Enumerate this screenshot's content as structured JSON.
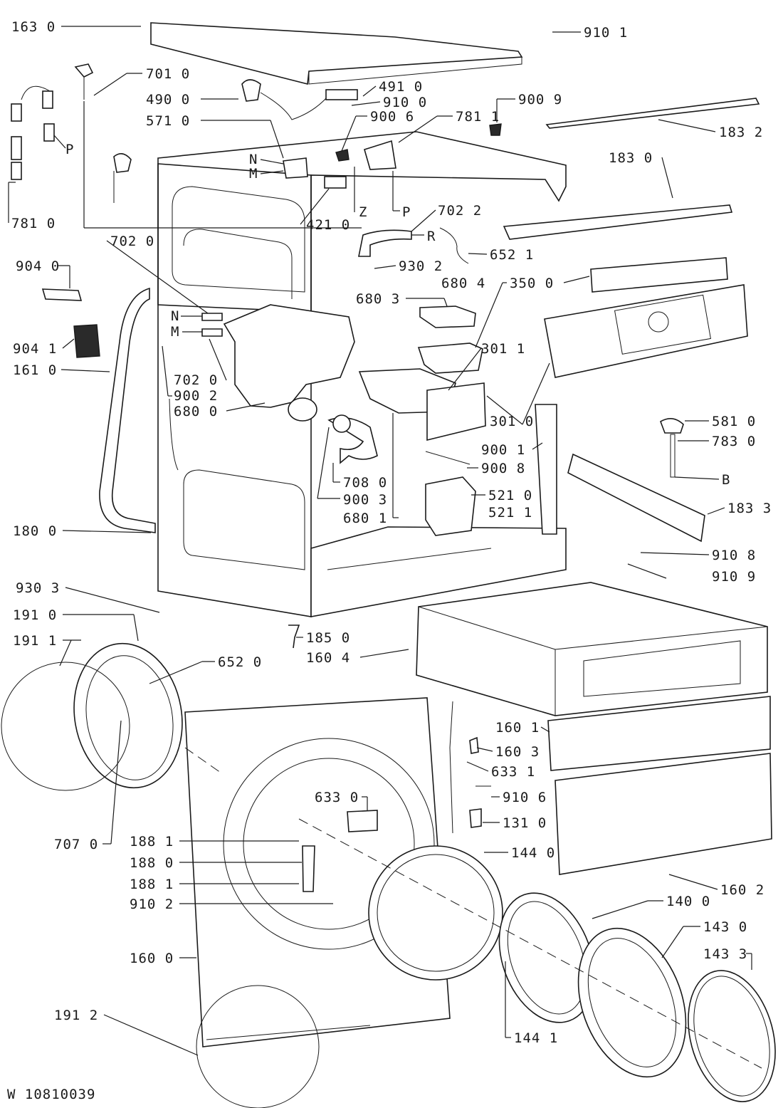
{
  "diagram": {
    "document_code": "W 10810039",
    "letters": [
      "N",
      "M",
      "P",
      "Z",
      "R",
      "B"
    ],
    "parts": [
      {
        "id": "p1630",
        "label": "163 0"
      },
      {
        "id": "p9101",
        "label": "910 1"
      },
      {
        "id": "p7010",
        "label": "701 0"
      },
      {
        "id": "p4900",
        "label": "490 0"
      },
      {
        "id": "p4910",
        "label": "491 0"
      },
      {
        "id": "p9100",
        "label": "910 0"
      },
      {
        "id": "p5710",
        "label": "571 0"
      },
      {
        "id": "p9006",
        "label": "900 6"
      },
      {
        "id": "p7811",
        "label": "781 1"
      },
      {
        "id": "p9009",
        "label": "900 9"
      },
      {
        "id": "p1832",
        "label": "183 2"
      },
      {
        "id": "p1830",
        "label": "183 0"
      },
      {
        "id": "p7022",
        "label": "702 2"
      },
      {
        "id": "p7810",
        "label": "781 0"
      },
      {
        "id": "p4210",
        "label": "421 0"
      },
      {
        "id": "p7020a",
        "label": "702 0"
      },
      {
        "id": "p6521",
        "label": "652 1"
      },
      {
        "id": "p9040",
        "label": "904 0"
      },
      {
        "id": "p9302",
        "label": "930 2"
      },
      {
        "id": "p6803",
        "label": "680 3"
      },
      {
        "id": "p6804",
        "label": "680 4"
      },
      {
        "id": "p3500",
        "label": "350 0"
      },
      {
        "id": "p9041",
        "label": "904 1"
      },
      {
        "id": "p3011a",
        "label": "301 1"
      },
      {
        "id": "p1610",
        "label": "161 0"
      },
      {
        "id": "p7020b",
        "label": "702 0"
      },
      {
        "id": "p9002",
        "label": "900 2"
      },
      {
        "id": "p6800",
        "label": "680 0"
      },
      {
        "id": "p3010",
        "label": "301 0"
      },
      {
        "id": "p5810",
        "label": "581 0"
      },
      {
        "id": "p9001",
        "label": "900 1"
      },
      {
        "id": "p7830",
        "label": "783 0"
      },
      {
        "id": "p9008",
        "label": "900 8"
      },
      {
        "id": "p7080",
        "label": "708 0"
      },
      {
        "id": "p5210",
        "label": "521 0"
      },
      {
        "id": "p9003",
        "label": "900 3"
      },
      {
        "id": "p5211",
        "label": "521 1"
      },
      {
        "id": "p6801",
        "label": "680 1"
      },
      {
        "id": "p1833",
        "label": "183 3"
      },
      {
        "id": "p1800",
        "label": "180 0"
      },
      {
        "id": "p9108",
        "label": "910 8"
      },
      {
        "id": "p9109",
        "label": "910 9"
      },
      {
        "id": "p9303",
        "label": "930 3"
      },
      {
        "id": "p1910",
        "label": "191 0"
      },
      {
        "id": "p1850",
        "label": "185 0"
      },
      {
        "id": "p1911",
        "label": "191 1"
      },
      {
        "id": "p1604",
        "label": "160 4"
      },
      {
        "id": "p6520",
        "label": "652 0"
      },
      {
        "id": "p1601",
        "label": "160 1"
      },
      {
        "id": "p1603",
        "label": "160 3"
      },
      {
        "id": "p6331",
        "label": "633 1"
      },
      {
        "id": "p6330",
        "label": "633 0"
      },
      {
        "id": "p9106",
        "label": "910 6"
      },
      {
        "id": "p7070",
        "label": "707 0"
      },
      {
        "id": "p1881a",
        "label": "188 1"
      },
      {
        "id": "p1310",
        "label": "131 0"
      },
      {
        "id": "p1440",
        "label": "144 0"
      },
      {
        "id": "p1880",
        "label": "188 0"
      },
      {
        "id": "p1602",
        "label": "160 2"
      },
      {
        "id": "p1881b",
        "label": "188 1"
      },
      {
        "id": "p9102",
        "label": "910 2"
      },
      {
        "id": "p1400",
        "label": "140 0"
      },
      {
        "id": "p1430",
        "label": "143 0"
      },
      {
        "id": "p1433",
        "label": "143 3"
      },
      {
        "id": "p1600",
        "label": "160 0"
      },
      {
        "id": "p1441",
        "label": "144 1"
      },
      {
        "id": "p1912",
        "label": "191 2"
      }
    ]
  }
}
